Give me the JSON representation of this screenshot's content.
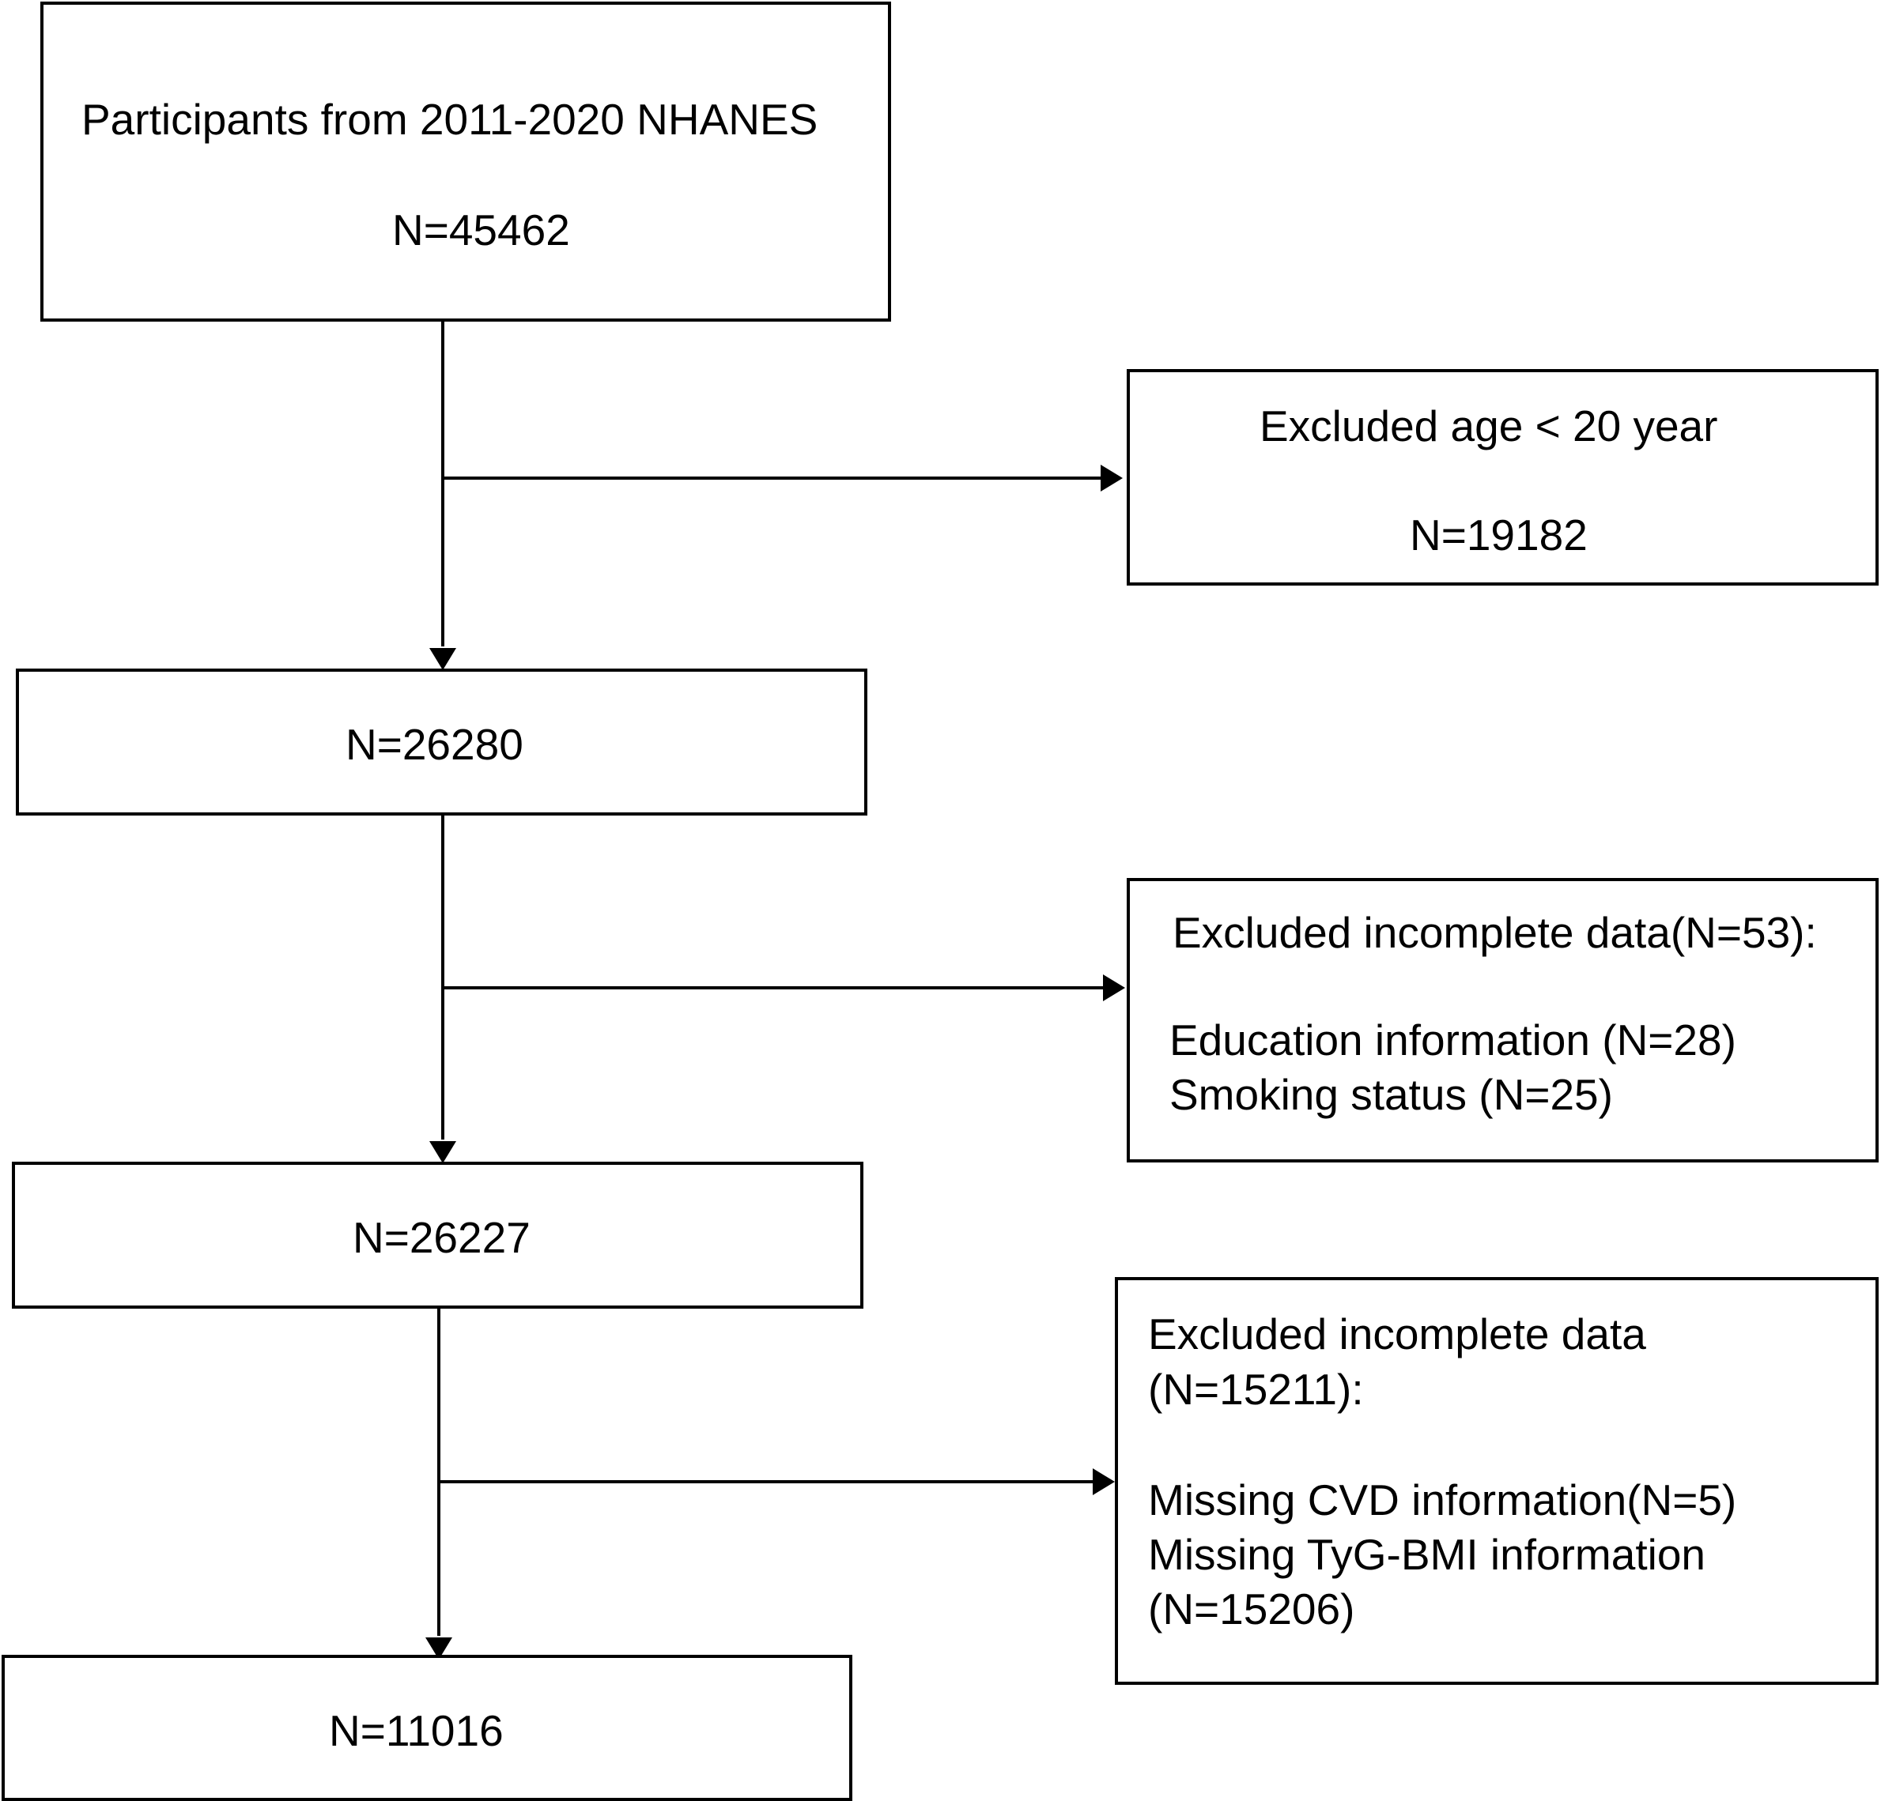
{
  "boxes": {
    "start": {
      "title": "Participants from 2011-2020 NHANES",
      "count": "N=45462"
    },
    "exclusion_1": {
      "title": "Excluded age < 20 year",
      "count": "N=19182"
    },
    "step_1": {
      "count": "N=26280"
    },
    "exclusion_2": {
      "title": "Excluded incomplete data(N=53):",
      "items": [
        "Education information (N=28)",
        "Smoking status (N=25)"
      ]
    },
    "step_2": {
      "count": "N=26227"
    },
    "exclusion_3": {
      "title_line1": "Excluded incomplete data",
      "title_line2": "(N=15211):",
      "items": [
        "Missing CVD information(N=5)",
        "Missing TyG-BMI information",
        "(N=15206)"
      ]
    },
    "final": {
      "count": "N=11016"
    }
  }
}
